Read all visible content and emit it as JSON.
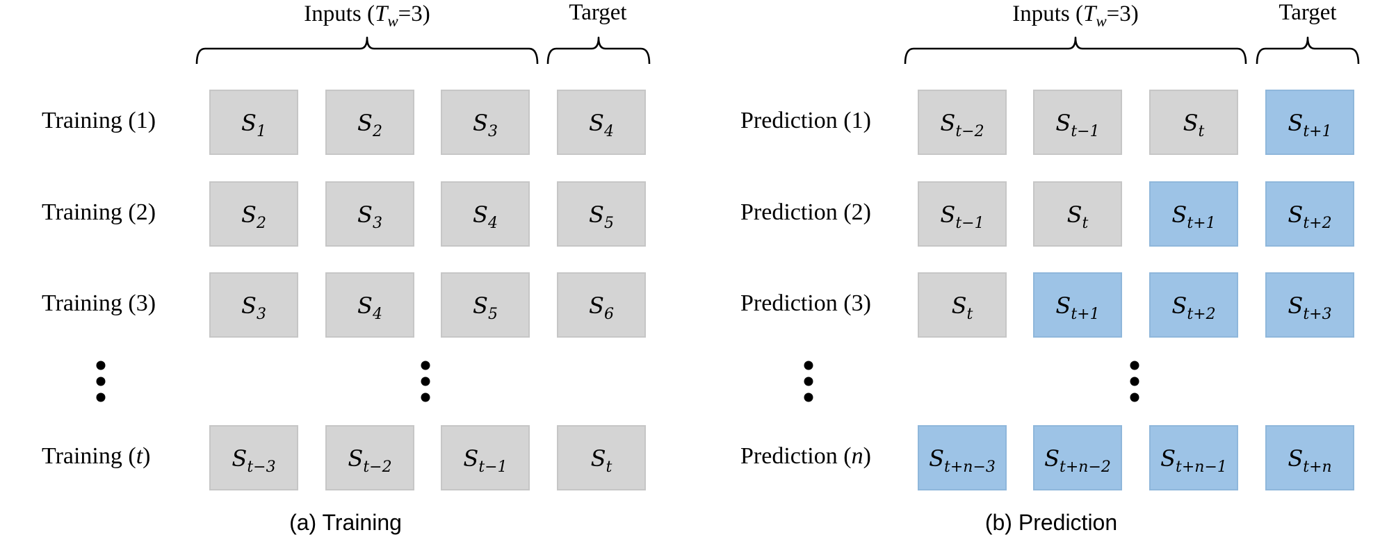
{
  "colors": {
    "input_cell": "#d4d4d4",
    "input_cell_border": "#c6c6c6",
    "predicted_cell": "#9dc3e6",
    "predicted_cell_border": "#8fb7db",
    "text": "#000000"
  },
  "panels": [
    {
      "id": "training",
      "caption": "(a)  Training",
      "inputs_header": {
        "prefix": "Inputs (",
        "var": "T",
        "sub": "w",
        "suffix": "=3)"
      },
      "target_header": "Target",
      "ellipsis": "⋮",
      "rows": [
        {
          "label_prefix": "Training (",
          "label_index": "1",
          "label_suffix": ")",
          "cells": [
            {
              "base": "S",
              "sub": "1",
              "predicted": false
            },
            {
              "base": "S",
              "sub": "2",
              "predicted": false
            },
            {
              "base": "S",
              "sub": "3",
              "predicted": false
            },
            {
              "base": "S",
              "sub": "4",
              "predicted": false
            }
          ]
        },
        {
          "label_prefix": "Training (",
          "label_index": "2",
          "label_suffix": ")",
          "cells": [
            {
              "base": "S",
              "sub": "2",
              "predicted": false
            },
            {
              "base": "S",
              "sub": "3",
              "predicted": false
            },
            {
              "base": "S",
              "sub": "4",
              "predicted": false
            },
            {
              "base": "S",
              "sub": "5",
              "predicted": false
            }
          ]
        },
        {
          "label_prefix": "Training (",
          "label_index": "3",
          "label_suffix": ")",
          "cells": [
            {
              "base": "S",
              "sub": "3",
              "predicted": false
            },
            {
              "base": "S",
              "sub": "4",
              "predicted": false
            },
            {
              "base": "S",
              "sub": "5",
              "predicted": false
            },
            {
              "base": "S",
              "sub": "6",
              "predicted": false
            }
          ]
        },
        {
          "label_prefix": "Training (",
          "label_index": "t",
          "label_suffix": ")",
          "italic_index": true,
          "cells": [
            {
              "base": "S",
              "sub": "t−3",
              "predicted": false
            },
            {
              "base": "S",
              "sub": "t−2",
              "predicted": false
            },
            {
              "base": "S",
              "sub": "t−1",
              "predicted": false
            },
            {
              "base": "S",
              "sub": "t",
              "predicted": false
            }
          ]
        }
      ]
    },
    {
      "id": "prediction",
      "caption": "(b)  Prediction",
      "inputs_header": {
        "prefix": "Inputs (",
        "var": "T",
        "sub": "w",
        "suffix": "=3)"
      },
      "target_header": "Target",
      "ellipsis": "⋮",
      "rows": [
        {
          "label_prefix": "Prediction (",
          "label_index": "1",
          "label_suffix": ")",
          "cells": [
            {
              "base": "S",
              "sub": "t−2",
              "predicted": false
            },
            {
              "base": "S",
              "sub": "t−1",
              "predicted": false
            },
            {
              "base": "S",
              "sub": "t",
              "predicted": false
            },
            {
              "base": "S",
              "sub": "t+1",
              "predicted": true
            }
          ]
        },
        {
          "label_prefix": "Prediction (",
          "label_index": "2",
          "label_suffix": ")",
          "cells": [
            {
              "base": "S",
              "sub": "t−1",
              "predicted": false
            },
            {
              "base": "S",
              "sub": "t",
              "predicted": false
            },
            {
              "base": "S",
              "sub": "t+1",
              "predicted": true
            },
            {
              "base": "S",
              "sub": "t+2",
              "predicted": true
            }
          ]
        },
        {
          "label_prefix": "Prediction (",
          "label_index": "3",
          "label_suffix": ")",
          "cells": [
            {
              "base": "S",
              "sub": "t",
              "predicted": false
            },
            {
              "base": "S",
              "sub": "t+1",
              "predicted": true
            },
            {
              "base": "S",
              "sub": "t+2",
              "predicted": true
            },
            {
              "base": "S",
              "sub": "t+3",
              "predicted": true
            }
          ]
        },
        {
          "label_prefix": "Prediction (",
          "label_index": "n",
          "label_suffix": ")",
          "italic_index": true,
          "cells": [
            {
              "base": "S",
              "sub": "t+n−3",
              "predicted": true
            },
            {
              "base": "S",
              "sub": "t+n−2",
              "predicted": true
            },
            {
              "base": "S",
              "sub": "t+n−1",
              "predicted": true
            },
            {
              "base": "S",
              "sub": "t+n",
              "predicted": true
            }
          ]
        }
      ]
    }
  ]
}
